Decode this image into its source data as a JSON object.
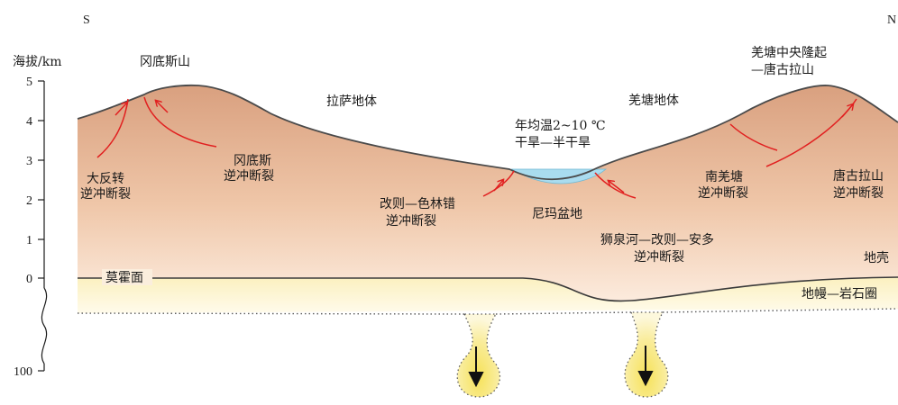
{
  "direction": {
    "south": "S",
    "north": "N"
  },
  "axis": {
    "title": "海拔/km",
    "ticks": [
      "5",
      "4",
      "3",
      "2",
      "1",
      "0",
      "100"
    ]
  },
  "labels": {
    "gangdise_mountain": "冈底斯山",
    "lhasa_block": "拉萨地体",
    "qiangtang_block": "羌塘地体",
    "central_uplift_line1": "羌塘中央隆起",
    "central_uplift_line2": "—唐古拉山",
    "climate_line1": "年均温2~10 ℃",
    "climate_line2": "干旱—半干旱",
    "great_reverse_line1": "大反转",
    "great_reverse_line2": "逆冲断裂",
    "gangdise_fault_line1": "冈底斯",
    "gangdise_fault_line2": "逆冲断裂",
    "gaize_fault_line1": "改则—色林错",
    "gaize_fault_line2": "逆冲断裂",
    "nima_basin": "尼玛盆地",
    "shiquanhe_line1": "狮泉河—改则—安多",
    "shiquanhe_line2": "逆冲断裂",
    "south_qiangtang_line1": "南羌塘",
    "south_qiangtang_line2": "逆冲断裂",
    "tanggula_fault_line1": "唐古拉山",
    "tanggula_fault_line2": "逆冲断裂",
    "crust": "地壳",
    "moho": "莫霍面",
    "mantle_lithosphere": "地幔—岩石圈"
  },
  "colors": {
    "crust_top": "#d9a07f",
    "crust_bottom": "#fbe8da",
    "mantle_top": "#fbf3c6",
    "mantle_drip": "#f7e56a",
    "lake": "#a9dcef",
    "fault": "#e12020",
    "outline": "#4a4a4a"
  }
}
